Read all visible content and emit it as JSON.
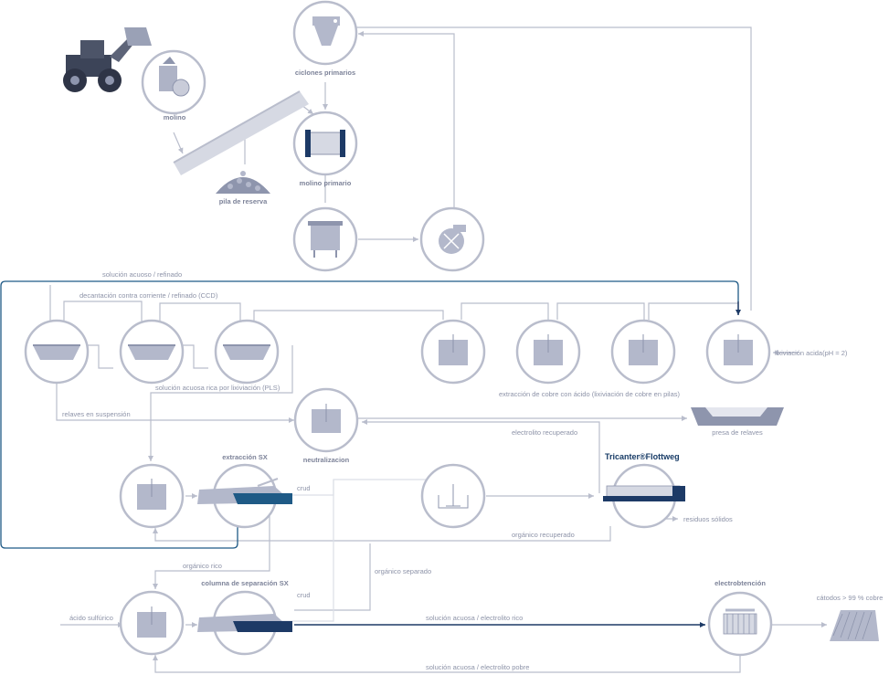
{
  "labels": {
    "ciclones": "ciclones primarios",
    "molino": "molino",
    "molino_primario": "molino primario",
    "pila": "pila de reserva",
    "solucion_acuoso": "solución acuoso / refinado",
    "ccd": "decantación contra corriente / refinado (CCD)",
    "pls": "solución acuosa rica por lixiviación (PLS)",
    "relaves": "relaves en suspensión",
    "extraccion_cobre": "extracción de cobre con ácido (lixiviación de cobre en pilas)",
    "lixiviacion": "lixiviación acida(pH = 2)",
    "presa": "presa de relaves",
    "neutralizacion": "neutralizacion",
    "electrolito_recuperado": "electrolito recuperado",
    "tricanter": "Tricanter®Flottweg",
    "extraccion_sx": "extracción SX",
    "crud1": "crud",
    "residuos": "residuos sólidos",
    "organico_recuperado": "orgánico recuperado",
    "organico_rico": "orgánico rico",
    "columna_sx": "columna de separación SX",
    "organico_separado": "orgánico separado",
    "crud2": "crud",
    "acido": "ácido sulfúrico",
    "electrolito_rico": "solución acuosa / electrolito rico",
    "electrobtencion": "electrobtención",
    "catodos": "cátodos > 99 % cobre",
    "electrolito_pobre": "solución acuosa / electrolito pobre"
  },
  "icons": [
    "loader-icon",
    "crusher-icon",
    "cyclone-icon",
    "mill-icon",
    "tank-icon",
    "pump-icon",
    "conveyor-icon",
    "stockpile-icon",
    "thickener-icon",
    "heap-leach-tank-icon",
    "tailings-dam-icon",
    "neutralizer-icon",
    "mixer-settler-icon",
    "decanter-centrifuge-icon",
    "electrowinning-cell-icon",
    "cathodes-icon"
  ],
  "colors": {
    "ring": "#b9bdcc",
    "flow": "#b9bdcc",
    "highlight_loop": "#1f5a86",
    "dark_flow": "#1d3a66",
    "equipment": "#b3b8cb",
    "brand": "#173b66"
  }
}
